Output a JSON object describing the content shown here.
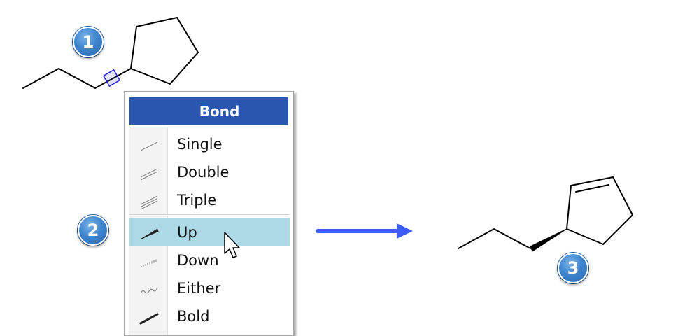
{
  "colors": {
    "menu_header_bg": "#2a56b0",
    "menu_highlight_bg": "#add8e6",
    "badge_blue": "#3f86cf",
    "arrow_blue": "#3d5cf5",
    "bond_selection": "#1c1cd6"
  },
  "badges": {
    "step1": "1",
    "step2": "2",
    "step3": "3"
  },
  "menu": {
    "title": "Bond",
    "items": [
      {
        "label": "Single",
        "icon": "single-bond-icon"
      },
      {
        "label": "Double",
        "icon": "double-bond-icon"
      },
      {
        "label": "Triple",
        "icon": "triple-bond-icon"
      },
      {
        "label": "Up",
        "icon": "wedge-up-bond-icon",
        "highlighted": true
      },
      {
        "label": "Down",
        "icon": "hashed-down-bond-icon"
      },
      {
        "label": "Either",
        "icon": "wavy-either-bond-icon"
      },
      {
        "label": "Bold",
        "icon": "bold-bond-icon"
      }
    ]
  },
  "icons": {
    "cursor": "arrow-cursor-icon",
    "transition_arrow": "right-arrow-icon"
  }
}
